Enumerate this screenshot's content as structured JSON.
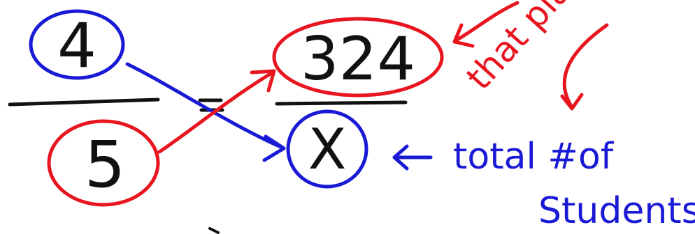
{
  "colors": {
    "blue": "#1a1ad6",
    "red": "#e8141e",
    "black": "#111111",
    "background": "#ffffff"
  },
  "fraction_left": {
    "numerator": "4",
    "denominator": "5"
  },
  "fraction_right": {
    "numerator": "324",
    "denominator": "X"
  },
  "annotations": {
    "red_top_line1": "# ",
    "red_top_line2": "that play",
    "blue_line1": "total #of",
    "blue_line2": "Students"
  }
}
